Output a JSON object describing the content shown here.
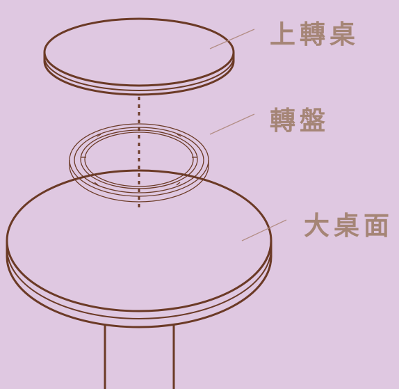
{
  "labels": {
    "top_tabletop": "上轉桌",
    "turntable": "轉盤",
    "main_tabletop": "大桌面"
  },
  "colors": {
    "background": "#dfc8e1",
    "line": "#6b3a26",
    "label_text": "#a58576",
    "leader": "#b38e86"
  }
}
